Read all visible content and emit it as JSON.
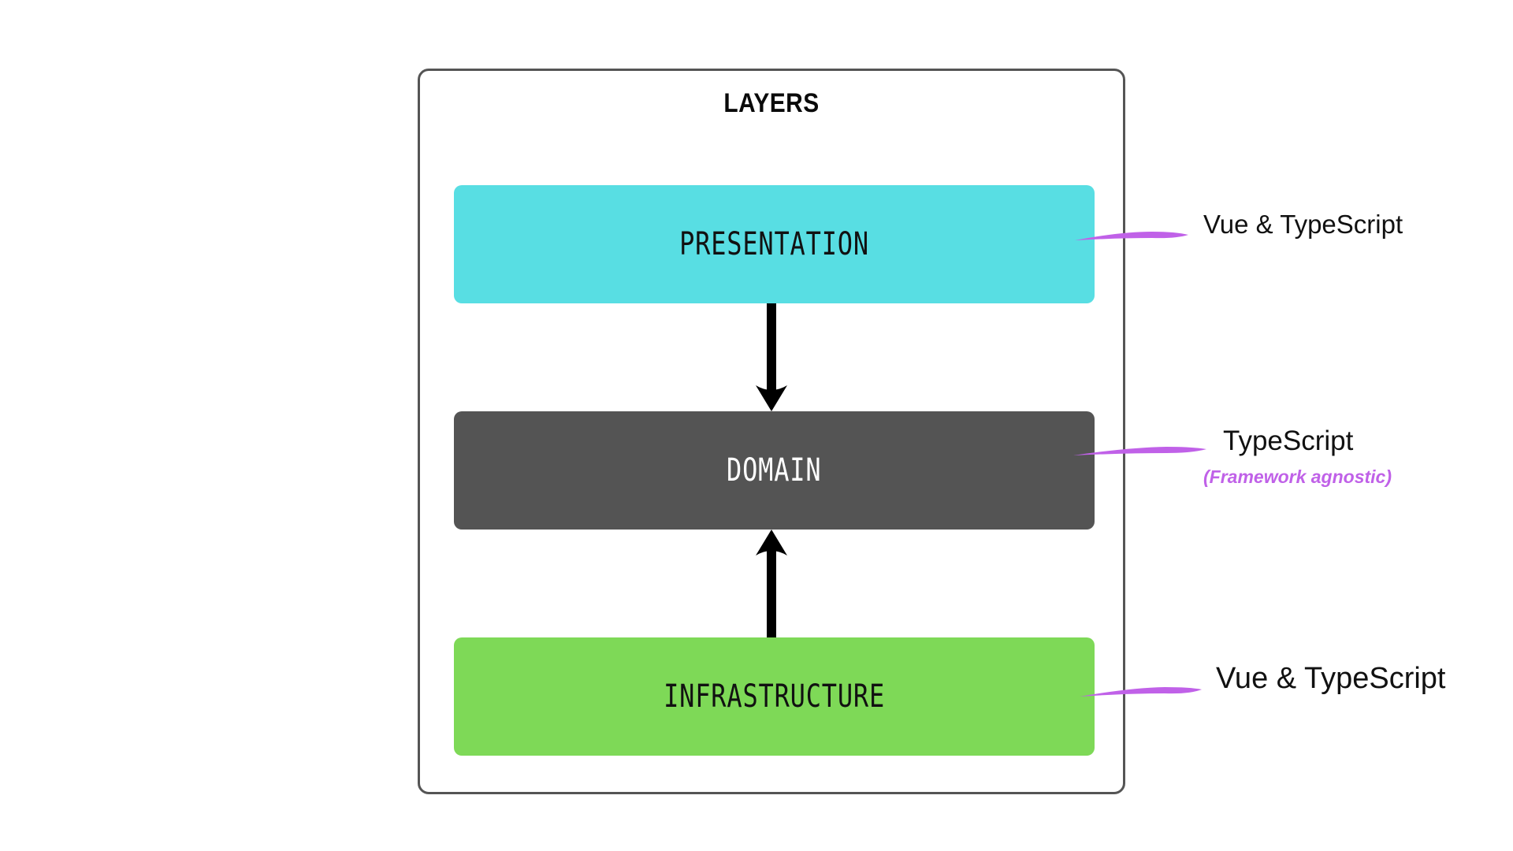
{
  "diagram": {
    "title": "LAYERS",
    "panel_border_color": "#555555",
    "background_color": "#ffffff",
    "accent_color": "#c061e8",
    "arrow_color": "#000000",
    "layers": [
      {
        "id": "presentation",
        "label": "PRESENTATION",
        "fill": "#58dee3",
        "text_color": "#111111",
        "annotation": "Vue & TypeScript",
        "annotation_sub": ""
      },
      {
        "id": "domain",
        "label": "DOMAIN",
        "fill": "#545454",
        "text_color": "#ffffff",
        "annotation": "TypeScript",
        "annotation_sub": "(Framework agnostic)"
      },
      {
        "id": "infrastructure",
        "label": "INFRASTRUCTURE",
        "fill": "#7ed957",
        "text_color": "#111111",
        "annotation": "Vue & TypeScript",
        "annotation_sub": ""
      }
    ],
    "arrows": [
      {
        "id": "presentation-to-domain",
        "direction": "down",
        "from": "presentation",
        "to": "domain"
      },
      {
        "id": "infrastructure-to-domain",
        "direction": "up",
        "from": "infrastructure",
        "to": "domain"
      }
    ]
  }
}
